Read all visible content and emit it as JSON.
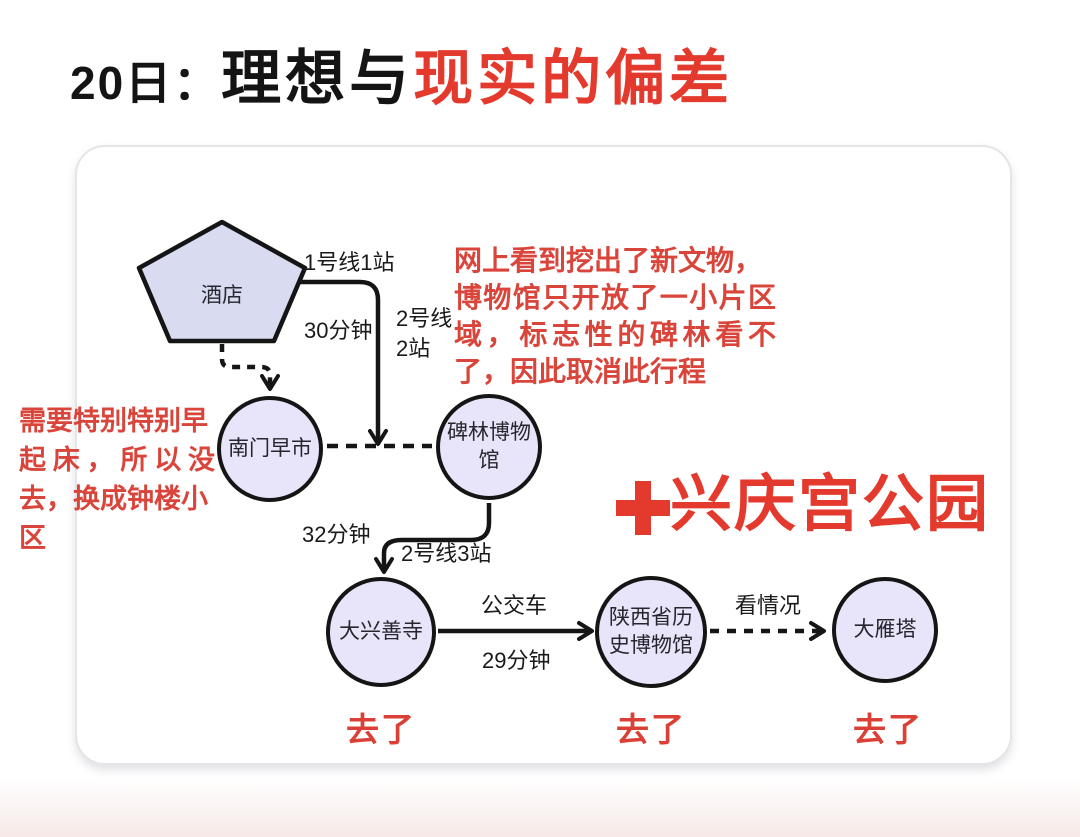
{
  "title": {
    "day": "20日：",
    "ideal": "理想与",
    "reality": "现实的偏差"
  },
  "colors": {
    "accent_red": "#e33a2d",
    "annotation_red": "#d9453b",
    "node_fill": "#e8e4f9",
    "pentagon_fill": "#d9dbf1",
    "line_color": "#151515",
    "card_border": "#e5e5e8"
  },
  "nodes": {
    "hotel": {
      "label": "酒店"
    },
    "morning_market": {
      "label": "南门早市"
    },
    "beilin_museum": {
      "label_line1": "碑林博物",
      "label_line2": "馆"
    },
    "daxingshan_temple": {
      "label": "大兴善寺",
      "status": "去了"
    },
    "shaanxi_history_museum": {
      "label_line1": "陕西省历",
      "label_line2": "史博物馆",
      "status": "去了"
    },
    "dayan_pagoda": {
      "label": "大雁塔",
      "status": "去了"
    }
  },
  "edge_labels": {
    "hotel_to_beilin_line": "1号线1站",
    "hotel_to_beilin_duration": "30分钟",
    "hotel_to_beilin_line2_row1": "2号线",
    "hotel_to_beilin_line2_row2": "2站",
    "beilin_to_daxingshan_duration": "32分钟",
    "beilin_to_daxingshan_line": "2号线3站",
    "daxingshan_to_shaanxi_mode": "公交车",
    "daxingshan_to_shaanxi_duration": "29分钟",
    "shaanxi_to_dayan_condition": "看情况"
  },
  "annotations": {
    "beilin_cancel_note": {
      "lines": [
        "网上看到挖出了新文物，",
        "博物馆只开放了一小片区",
        "域，标志性的碑林看不",
        "了，因此取消此行程"
      ]
    },
    "morning_market_note": {
      "lines": [
        "需要特别特别早",
        "起床，所以没",
        "去，换成钟楼小",
        "区"
      ]
    },
    "added_destination": {
      "plus": "+",
      "label": "兴庆宫公园"
    }
  }
}
